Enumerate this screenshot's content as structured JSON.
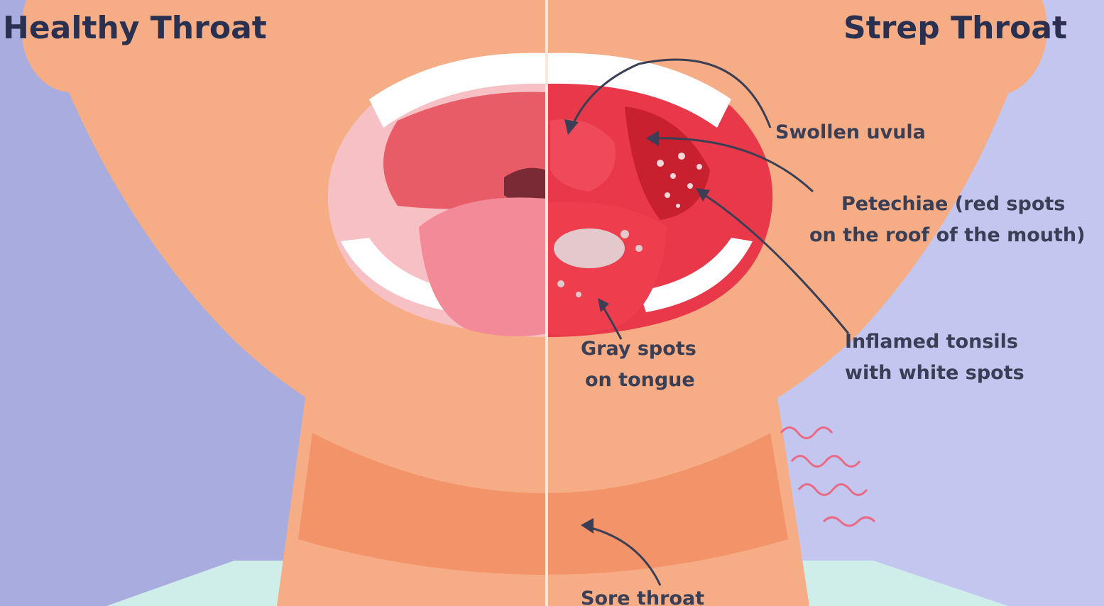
{
  "titles": {
    "left": "Healthy Throat",
    "right": "Strep Throat"
  },
  "callouts": {
    "swollen_uvula": "Swollen uvula",
    "petechiae_line1": "Petechiae (red spots",
    "petechiae_line2": "on the roof of the mouth)",
    "tonsils_line1": "Inflamed tonsils",
    "tonsils_line2": "with white spots",
    "tongue_line1": "Gray spots",
    "tongue_line2": "on tongue",
    "sore_throat": "Sore throat"
  },
  "colors": {
    "background_left": "#a9acdf",
    "background_right": "#c3c6ee",
    "skin": "#f6ad86",
    "neck_shadow": "#f3936a",
    "healthy_mouth": "#f0a0ac",
    "strep_mouth": "#e8384a",
    "teeth": "#ffffff",
    "text": "#3a3f55"
  }
}
